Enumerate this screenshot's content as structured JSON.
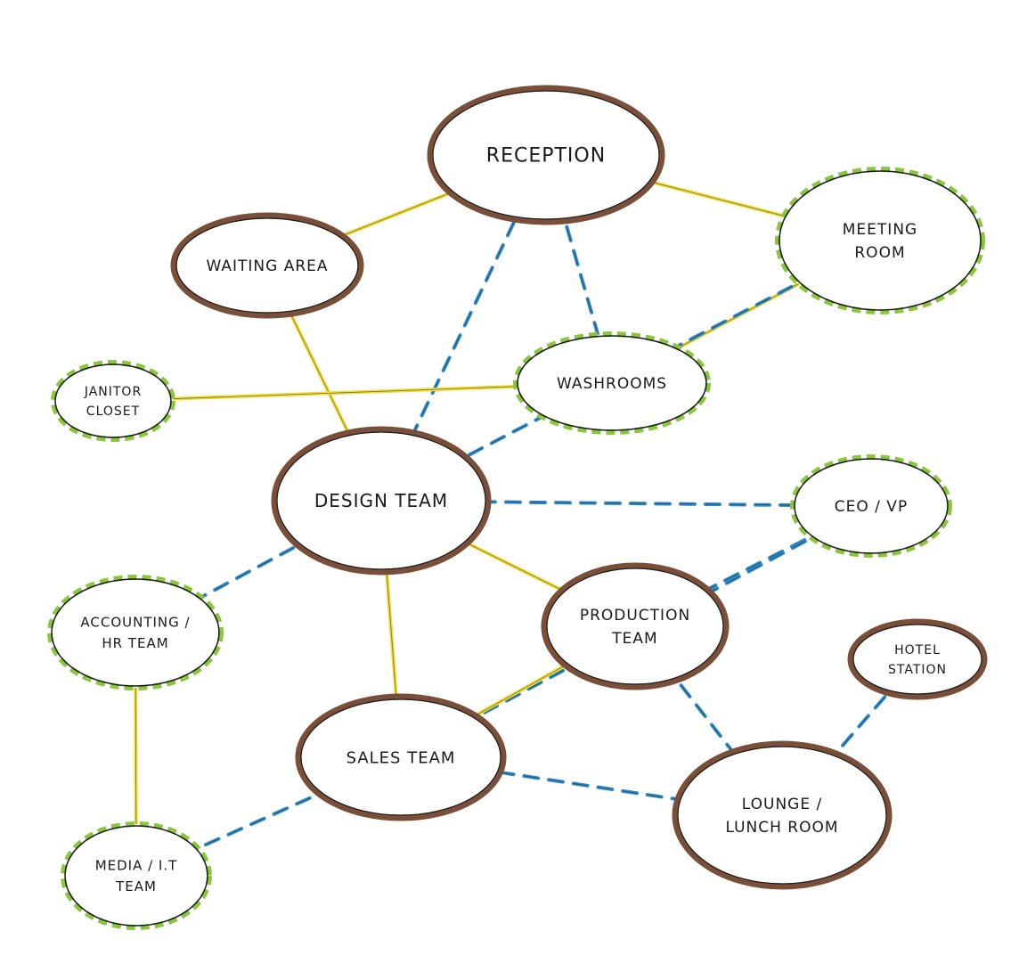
{
  "colors": {
    "brown_outline": "#7a4f3a",
    "green_outline": "#8cc63f",
    "ink": "#1a1a1a",
    "solid_link": "#f0dc3a",
    "dashed_link": "#2f8ac8"
  },
  "nodes": {
    "reception": {
      "lines": [
        "RECEPTION"
      ],
      "style": "brown"
    },
    "waiting": {
      "lines": [
        "WAITING AREA"
      ],
      "style": "brown"
    },
    "meeting": {
      "lines": [
        "MEETING",
        "ROOM"
      ],
      "style": "green"
    },
    "washrooms": {
      "lines": [
        "WASHROOMS"
      ],
      "style": "green"
    },
    "janitor": {
      "lines": [
        "JANITOR",
        "CLOSET"
      ],
      "style": "green"
    },
    "design": {
      "lines": [
        "DESIGN TEAM"
      ],
      "style": "brown"
    },
    "ceo": {
      "lines": [
        "CEO / VP"
      ],
      "style": "green"
    },
    "accounting": {
      "lines": [
        "ACCOUNTING /",
        "HR TEAM"
      ],
      "style": "green"
    },
    "production": {
      "lines": [
        "PRODUCTION",
        "TEAM"
      ],
      "style": "brown"
    },
    "hotel": {
      "lines": [
        "HOTEL",
        "STATION"
      ],
      "style": "brown"
    },
    "sales": {
      "lines": [
        "SALES TEAM"
      ],
      "style": "brown"
    },
    "lounge": {
      "lines": [
        "LOUNGE /",
        "LUNCH ROOM"
      ],
      "style": "brown"
    },
    "media": {
      "lines": [
        "MEDIA / I.T",
        "TEAM"
      ],
      "style": "green"
    }
  },
  "links": [
    {
      "from": "reception",
      "to": "waiting",
      "type": "solid"
    },
    {
      "from": "reception",
      "to": "meeting",
      "type": "solid"
    },
    {
      "from": "reception",
      "to": "design",
      "type": "dashed"
    },
    {
      "from": "reception",
      "to": "washrooms",
      "type": "dashed"
    },
    {
      "from": "meeting",
      "to": "washrooms",
      "type": "solid"
    },
    {
      "from": "meeting",
      "to": "design",
      "type": "dashed"
    },
    {
      "from": "waiting",
      "to": "design",
      "type": "solid"
    },
    {
      "from": "janitor",
      "to": "washrooms",
      "type": "solid"
    },
    {
      "from": "design",
      "to": "ceo",
      "type": "dashed"
    },
    {
      "from": "design",
      "to": "accounting",
      "type": "dashed"
    },
    {
      "from": "design",
      "to": "production",
      "type": "solid"
    },
    {
      "from": "design",
      "to": "sales",
      "type": "solid"
    },
    {
      "from": "ceo",
      "to": "production",
      "type": "dashed"
    },
    {
      "from": "ceo",
      "to": "sales",
      "type": "dashed"
    },
    {
      "from": "production",
      "to": "sales",
      "type": "solid"
    },
    {
      "from": "production",
      "to": "lounge",
      "type": "dashed"
    },
    {
      "from": "hotel",
      "to": "lounge",
      "type": "dashed"
    },
    {
      "from": "sales",
      "to": "lounge",
      "type": "dashed"
    },
    {
      "from": "sales",
      "to": "media",
      "type": "dashed"
    },
    {
      "from": "accounting",
      "to": "media",
      "type": "solid"
    }
  ]
}
